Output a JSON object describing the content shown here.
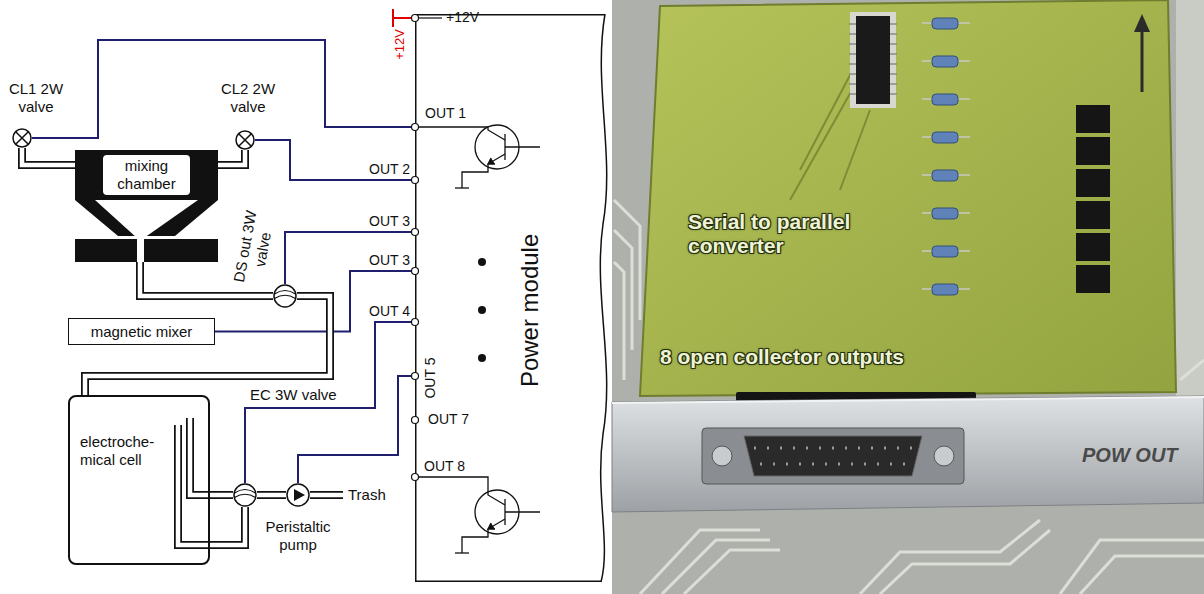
{
  "diagram": {
    "nodes": [
      {
        "text": [
          "CL1 2W valve"
        ]
      },
      {
        "text": [
          "CL2 2W valve"
        ]
      },
      {
        "text": [
          "mixing chamber"
        ]
      },
      {
        "text": [
          "DS out 3W valve"
        ]
      },
      {
        "text": [
          "magnetic mixer"
        ]
      },
      {
        "text": [
          "electroche- mical cell"
        ]
      },
      {
        "text": [
          "EC 3W valve"
        ]
      },
      {
        "text": [
          "Peristaltic pump"
        ]
      },
      {
        "text": [
          "Power module"
        ]
      }
    ],
    "edges": [
      {
        "from": 0,
        "to": 8,
        "arrow": "none"
      },
      {
        "from": 1,
        "to": 8,
        "arrow": "none"
      },
      {
        "from": 3,
        "to": 8,
        "arrow": "none"
      },
      {
        "from": 4,
        "to": 8,
        "arrow": "none"
      },
      {
        "from": 6,
        "to": 8,
        "arrow": "none"
      },
      {
        "from": 7,
        "to": 8,
        "arrow": "none"
      },
      {
        "from": 0,
        "to": 2,
        "arrow": "none"
      },
      {
        "from": 1,
        "to": 2,
        "arrow": "none"
      },
      {
        "from": 2,
        "to": 3,
        "arrow": "none"
      },
      {
        "from": 3,
        "to": 5,
        "arrow": "none"
      },
      {
        "from": 5,
        "to": 6,
        "arrow": "none"
      },
      {
        "from": 5,
        "to": 6,
        "arrow": "none"
      },
      {
        "from": 6,
        "to": 7,
        "arrow": "none"
      }
    ],
    "labels": [
      "+12V",
      "+12V",
      "OUT 1",
      "OUT 2",
      "OUT 3",
      "OUT 3",
      "OUT 4",
      "OUT 5",
      "OUT 7",
      "OUT 8",
      "Trash",
      "Serial to parallel converter",
      "8 open collector outputs",
      "POW OUT"
    ]
  }
}
